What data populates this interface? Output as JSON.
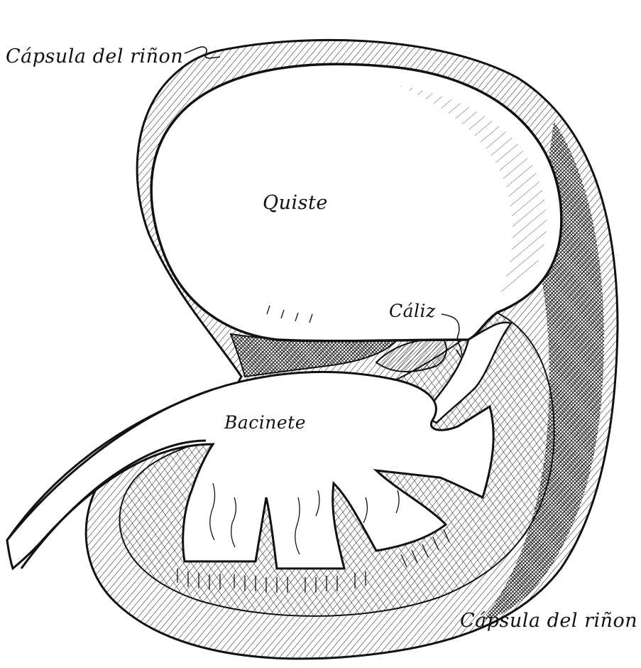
{
  "labels": {
    "capsule_top": "Cápsula del riñon",
    "capsule_bottom": "Cápsula del riñon",
    "cyst": "Quiste",
    "calyx": "Cáliz",
    "pelvis": "Bacinete"
  },
  "colors": {
    "ink": "#111111",
    "paper": "#ffffff"
  }
}
